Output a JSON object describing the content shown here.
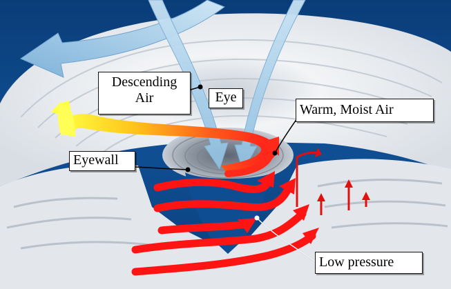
{
  "diagram": {
    "labels": {
      "descending_air_line1": "Descending",
      "descending_air_line2": "Air",
      "eye": "Eye",
      "warm_moist_air": "Warm, Moist Air",
      "eyewall": "Eyewall",
      "low_pressure": "Low pressure"
    },
    "colors": {
      "background": "#0d4a8c",
      "cloud": "#eef1f4",
      "descending_air_arrow": "#a9cde6",
      "inflow_arrow": "#ff1a1a",
      "rising_arrow": "#e01010",
      "outflow_start": "#ffff33",
      "outflow_end": "#ff2a1a"
    },
    "icons": [
      "descending-air-arrow",
      "outflow-arrow",
      "inflow-arrow",
      "rising-air-arrow"
    ]
  }
}
